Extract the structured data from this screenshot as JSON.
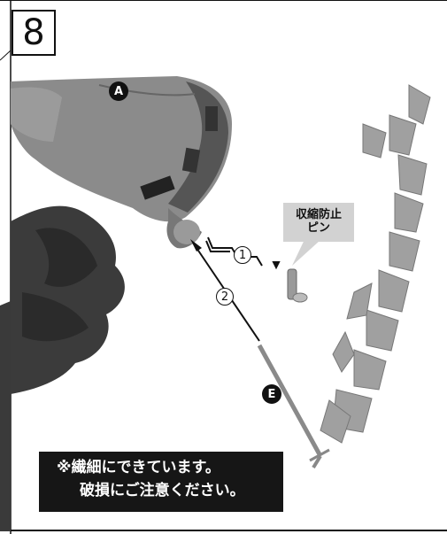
{
  "step_number": "8",
  "pin_label": {
    "line1": "収縮防止",
    "line2": "ピン"
  },
  "markers": {
    "a": "A",
    "e": "E"
  },
  "sequence": {
    "one": "1",
    "two": "2"
  },
  "notice": {
    "line1": "※繊細にできています。",
    "line2": "破損にご注意ください。"
  },
  "colors": {
    "ink": "#111111",
    "notice_bg": "#161616",
    "pin_label_bg": "#d2d2d2"
  }
}
